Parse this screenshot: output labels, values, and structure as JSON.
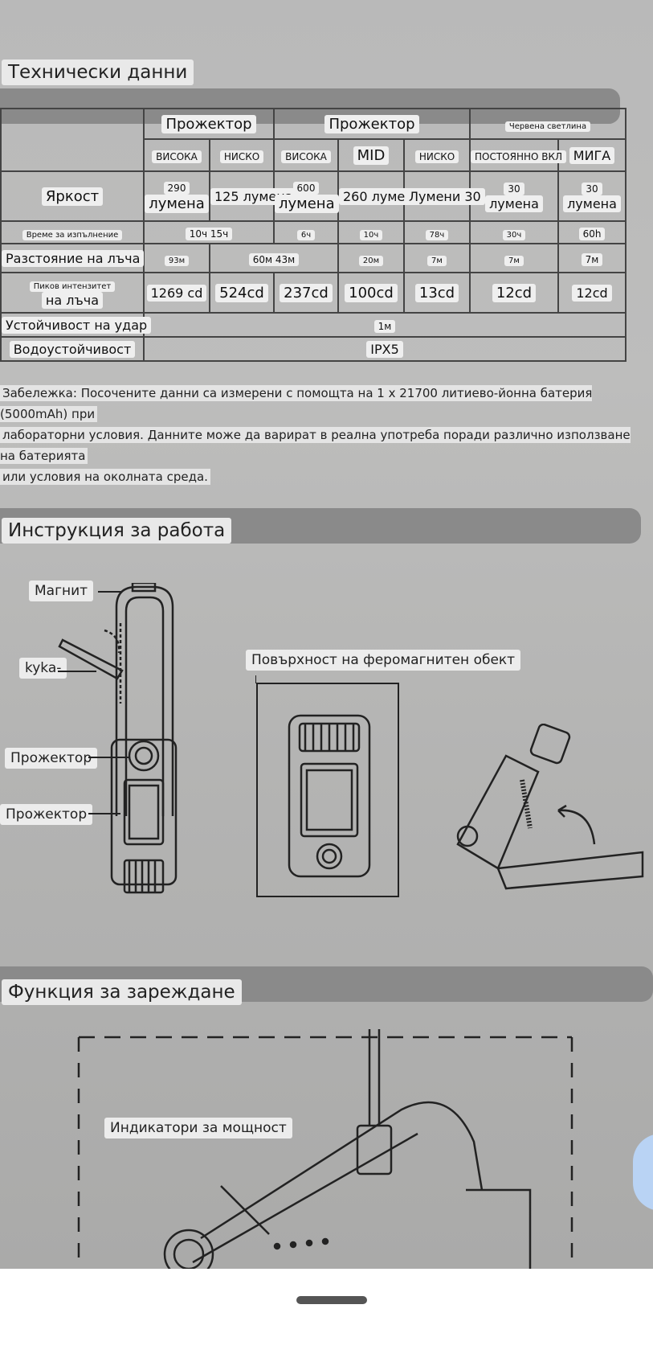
{
  "sections": {
    "tech": "Технически данни",
    "instr": "Инструкция за работа",
    "charge": "Функция за зареждане"
  },
  "table": {
    "group1": "Прожектор",
    "group2": "Прожектор",
    "group3": "Червена светлина",
    "modes": [
      "ВИСОКА",
      "НИСКО",
      "ВИСОКА",
      "MID",
      "НИСКО",
      "ПОСТОЯННО ВКЛ",
      "МИГА"
    ],
    "row_brightness": {
      "label": "Яркост",
      "c1_num": "290",
      "c1_unit": "лумена",
      "c2": "125 лумена",
      "c3_num": "600",
      "c3_unit": "лумена",
      "c4": "260 лумена",
      "c5": "Лумени 30",
      "c6_num": "30",
      "c6_unit": "лумена",
      "c7_num": "30",
      "c7_unit": "лумена"
    },
    "row_time": {
      "label": "Време за изпълнение",
      "c12": "10ч 15ч",
      "c3": "6ч",
      "c4": "10ч",
      "c5": "78ч",
      "c6": "30ч",
      "c7": "60h"
    },
    "row_distance": {
      "label": "Разстояние на лъча",
      "c1": "93м",
      "c23": "60м 43м",
      "c4": "20м",
      "c5": "7м",
      "c6": "7м",
      "c7": "7м"
    },
    "row_peak": {
      "label1": "Пиков интензитет",
      "label2": "на лъча",
      "values": [
        "1269 cd",
        "524cd",
        "237cd",
        "100cd",
        "13cd",
        "12cd",
        "12cd"
      ]
    },
    "row_impact": {
      "label": "Устойчивост на удар",
      "value": "1м"
    },
    "row_water": {
      "label": "Водоустойчивост",
      "value": "IPX5"
    }
  },
  "note": {
    "line1": "Забележка: Посочените данни са измерени с помощта на 1 x 21700 литиево-йонна батерия (5000mAh) при",
    "line2": "лабораторни условия. Данните може да варират в реална употреба поради различно използване на батерията",
    "line3": "или условия на околната среда."
  },
  "labels": {
    "magnet": "Магнит",
    "hook": "kyka-",
    "proj1": "Прожектор",
    "proj2": "Прожектор",
    "surface": "Повърхност на феромагнитен обект",
    "indicators": "Индикатори за мощност"
  }
}
